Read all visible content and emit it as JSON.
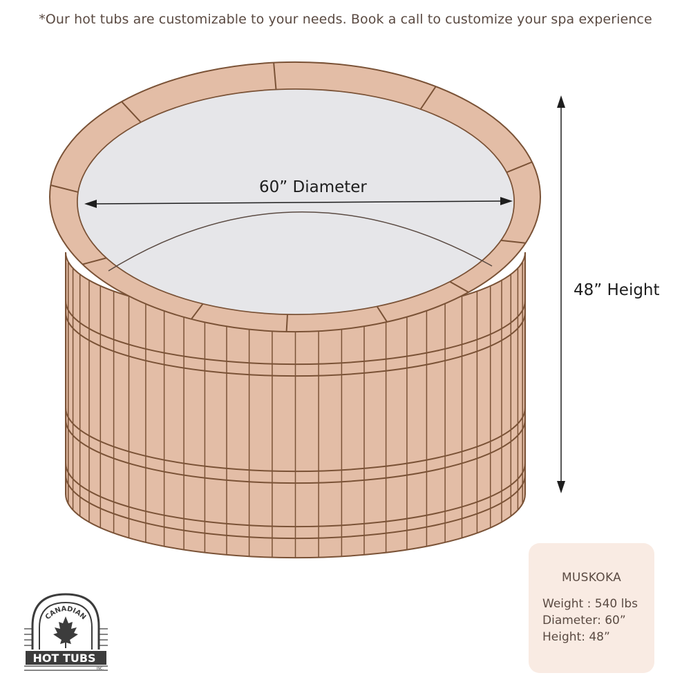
{
  "header": {
    "disclaimer": "*Our hot tubs are customizable to your needs. Book a call to customize your spa experience"
  },
  "dimensions": {
    "diameter_label": "60” Diameter",
    "height_label": "48” Height"
  },
  "spec_card": {
    "model": "MUSKOKA",
    "weight": "Weight :  540 lbs",
    "diameter": "Diameter:  60”",
    "height": "Height:  48”"
  },
  "logo": {
    "top_text": "CANADIAN",
    "main_text": "HOT TUBS",
    "suffix": "INC."
  },
  "colors": {
    "wood_fill": "#e3bda6",
    "wood_stroke": "#7a5236",
    "basin_fill": "#e6e6e9",
    "card_bg": "#f9ebe3",
    "text": "#5a4a42"
  }
}
